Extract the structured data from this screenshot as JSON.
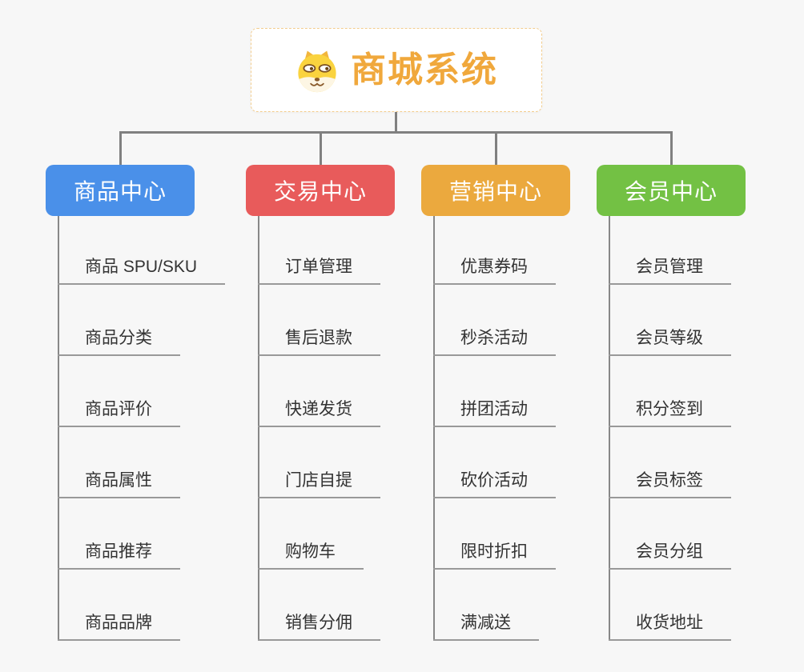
{
  "page": {
    "background": "#f7f7f7",
    "connector_color": "#808080",
    "underline_color": "#999999",
    "child_text_color": "#333333"
  },
  "root": {
    "title": "商城系统",
    "text_color": "#f0a83c",
    "border_color": "#f3cd8e",
    "icon": "dog-icon"
  },
  "branches": [
    {
      "id": "product-center",
      "label": "商品中心",
      "color": "#4a90e9",
      "children": [
        "商品 SPU/SKU",
        "商品分类",
        "商品评价",
        "商品属性",
        "商品推荐",
        "商品品牌"
      ]
    },
    {
      "id": "trade-center",
      "label": "交易中心",
      "color": "#e85b5b",
      "children": [
        "订单管理",
        "售后退款",
        "快递发货",
        "门店自提",
        "购物车",
        "销售分佣"
      ]
    },
    {
      "id": "marketing-center",
      "label": "营销中心",
      "color": "#eba93e",
      "children": [
        "优惠券码",
        "秒杀活动",
        "拼团活动",
        "砍价活动",
        "限时折扣",
        "满减送"
      ]
    },
    {
      "id": "member-center",
      "label": "会员中心",
      "color": "#73c144",
      "children": [
        "会员管理",
        "会员等级",
        "积分签到",
        "会员标签",
        "会员分组",
        "收货地址"
      ]
    }
  ]
}
